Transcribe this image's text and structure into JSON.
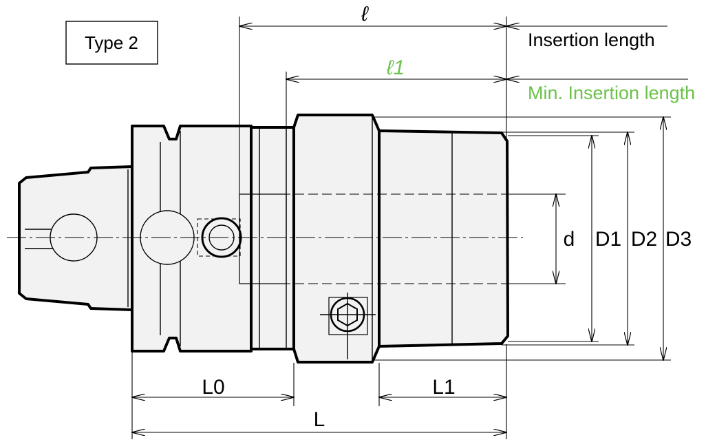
{
  "type_label": "Type 2",
  "labels": {
    "ell": "ℓ",
    "ell1": "ℓ1",
    "insertion_length": "Insertion length",
    "min_insertion_length": "Min. Insertion length",
    "d": "d",
    "D1": "D1",
    "D2": "D2",
    "D3": "D3",
    "L0": "L0",
    "L1": "L1",
    "L": "L"
  },
  "colors": {
    "line": "#000000",
    "body_fill": "#f2f2f2",
    "accent_green": "#6cc24a"
  }
}
